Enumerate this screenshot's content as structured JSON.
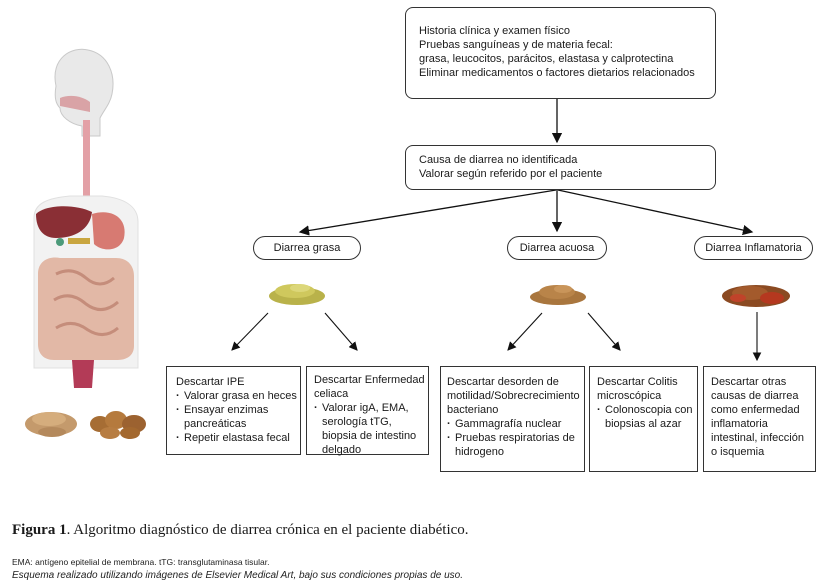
{
  "top_box": {
    "lines": [
      "Historia clínica y examen físico",
      "Pruebas sanguíneas y de materia fecal:",
      "grasa, leucocitos, parácitos, elastasa y calprotectina",
      "Eliminar medicamentos o factores dietarios relacionados"
    ]
  },
  "second_box": {
    "lines": [
      "Causa de diarrea no identificada",
      "Valorar según referido por el paciente"
    ]
  },
  "categories": [
    {
      "label": "Diarrea grasa"
    },
    {
      "label": "Diarrea acuosa"
    },
    {
      "label": "Diarrea Inflamatoria"
    }
  ],
  "leaf_boxes": [
    {
      "title_lines": [
        "Descartar IPE"
      ],
      "bullets": [
        "Valorar grasa en heces",
        "Ensayar enzimas pancreáticas",
        "Repetir elastasa fecal"
      ]
    },
    {
      "title_lines": [
        "Descartar Enfermedad",
        "celiaca"
      ],
      "bullets": [
        "Valorar igA, EMA, serología tTG, biopsia de intestino delgado"
      ]
    },
    {
      "title_lines": [
        "Descartar desorden de",
        "motilidad/Sobrecrecimiento",
        "bacteriano"
      ],
      "bullets": [
        "Gammagrafía nuclear",
        "Pruebas respiratorias de hidrogeno"
      ]
    },
    {
      "title_lines": [
        "Descartar Colitis",
        "microscópica"
      ],
      "bullets": [
        "Colonoscopia con biopsias al azar"
      ]
    },
    {
      "title_lines": [
        "Descartar otras",
        "causas de diarrea",
        "como enfermedad",
        "inflamatoria",
        "intestinal, infección",
        "o isquemia"
      ],
      "bullets": []
    }
  ],
  "caption": {
    "label": "Figura 1",
    "text": ". Algoritmo diagnóstico de diarrea crónica en el paciente diabético."
  },
  "notes": {
    "abbreviations": "EMA: antígeno epitelial de membrana. tTG: transglutaminasa tisular.",
    "credit": "Esquema realizado utilizando imágenes de Elsevier Medical Art, bajo sus condiciones propias de uso."
  }
}
